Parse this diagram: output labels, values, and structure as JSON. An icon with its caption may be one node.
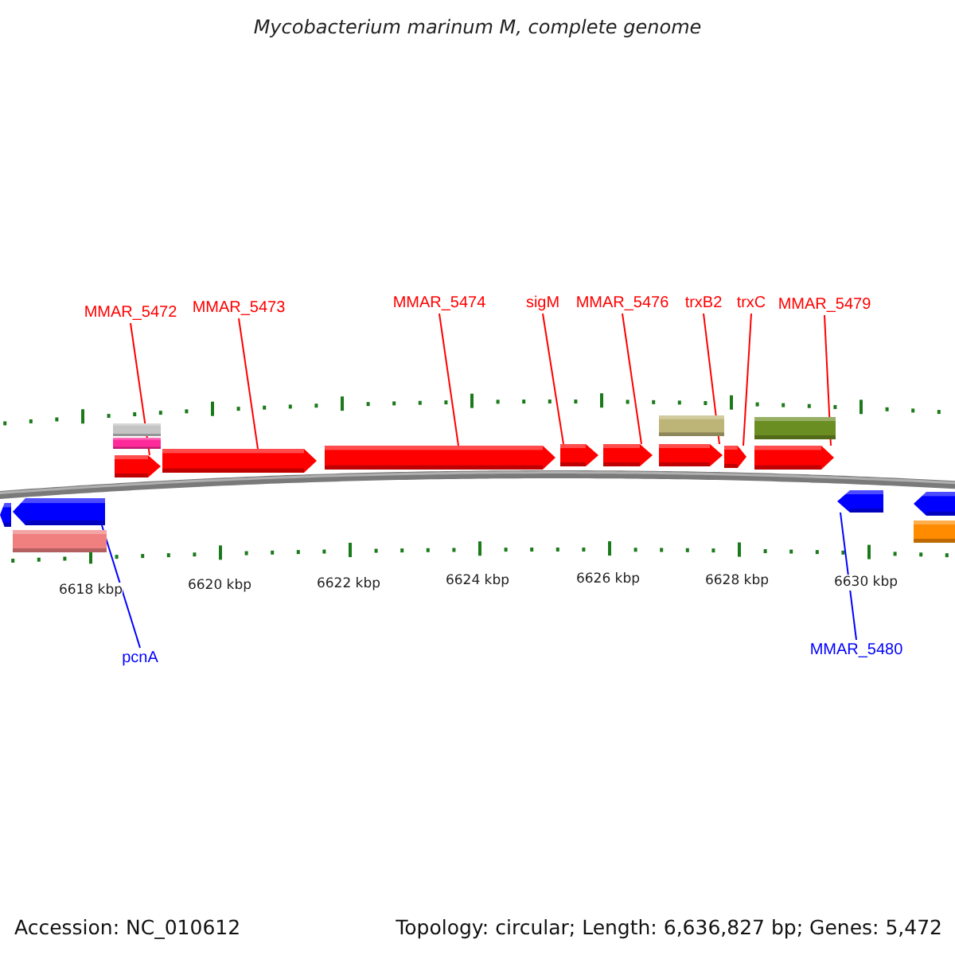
{
  "diagram": {
    "title": "Mycobacterium marinum M, complete genome",
    "nodes": [
      {
        "text": [
          "MMAR_5472"
        ]
      },
      {
        "text": [
          "MMAR_5473"
        ]
      },
      {
        "text": [
          "MMAR_5474"
        ]
      },
      {
        "text": [
          "sigM"
        ]
      },
      {
        "text": [
          "MMAR_5476"
        ]
      },
      {
        "text": [
          "trxB2"
        ]
      },
      {
        "text": [
          "trxC"
        ]
      },
      {
        "text": [
          "MMAR_5479"
        ]
      },
      {
        "text": [],
        "shape": "bar"
      },
      {
        "text": [],
        "shape": "bar"
      },
      {
        "text": [],
        "shape": "bar"
      },
      {
        "text": [],
        "shape": "bar"
      },
      {
        "text": [],
        "shape": "pentagon"
      },
      {
        "text": [],
        "shape": "pentagon"
      },
      {
        "text": [],
        "shape": "pentagon"
      },
      {
        "text": [],
        "shape": "pentagon"
      },
      {
        "text": [],
        "shape": "pentagon"
      },
      {
        "text": [],
        "shape": "pentagon"
      },
      {
        "text": [],
        "shape": "pentagon"
      },
      {
        "text": [],
        "shape": "pentagon"
      },
      {
        "text": [],
        "shape": "pentagon"
      },
      {
        "text": [],
        "shape": "pentagon"
      },
      {
        "text": [],
        "shape": "pentagon"
      },
      {
        "text": [],
        "shape": "pentagon"
      },
      {
        "text": [],
        "shape": "bar"
      },
      {
        "text": [],
        "shape": "bar"
      },
      {
        "text": [
          "pcnA"
        ]
      },
      {
        "text": [
          "MMAR_5480"
        ]
      }
    ],
    "edges": [
      {
        "from": 0,
        "to": 12,
        "arrow": "none"
      },
      {
        "from": 1,
        "to": 13,
        "arrow": "none"
      },
      {
        "from": 2,
        "to": 14,
        "arrow": "none"
      },
      {
        "from": 3,
        "to": 15,
        "arrow": "none"
      },
      {
        "from": 4,
        "to": 16,
        "arrow": "none"
      },
      {
        "from": 5,
        "to": 17,
        "arrow": "none"
      },
      {
        "from": 6,
        "to": 18,
        "arrow": "none"
      },
      {
        "from": 7,
        "to": 19,
        "arrow": "none"
      },
      {
        "from": 26,
        "to": 21,
        "arrow": "none",
        "color": "#0000ff"
      },
      {
        "from": 27,
        "to": 22,
        "arrow": "none",
        "color": "#0000ff"
      }
    ],
    "labels": [
      "6618 kbp",
      "6620 kbp",
      "6622 kbp",
      "6624 kbp",
      "6626 kbp",
      "6628 kbp",
      "6630 kbp",
      "Accession: NC_010612",
      "Topology: circular; Length: 6,636,827 bp; Genes: 5,472"
    ]
  }
}
